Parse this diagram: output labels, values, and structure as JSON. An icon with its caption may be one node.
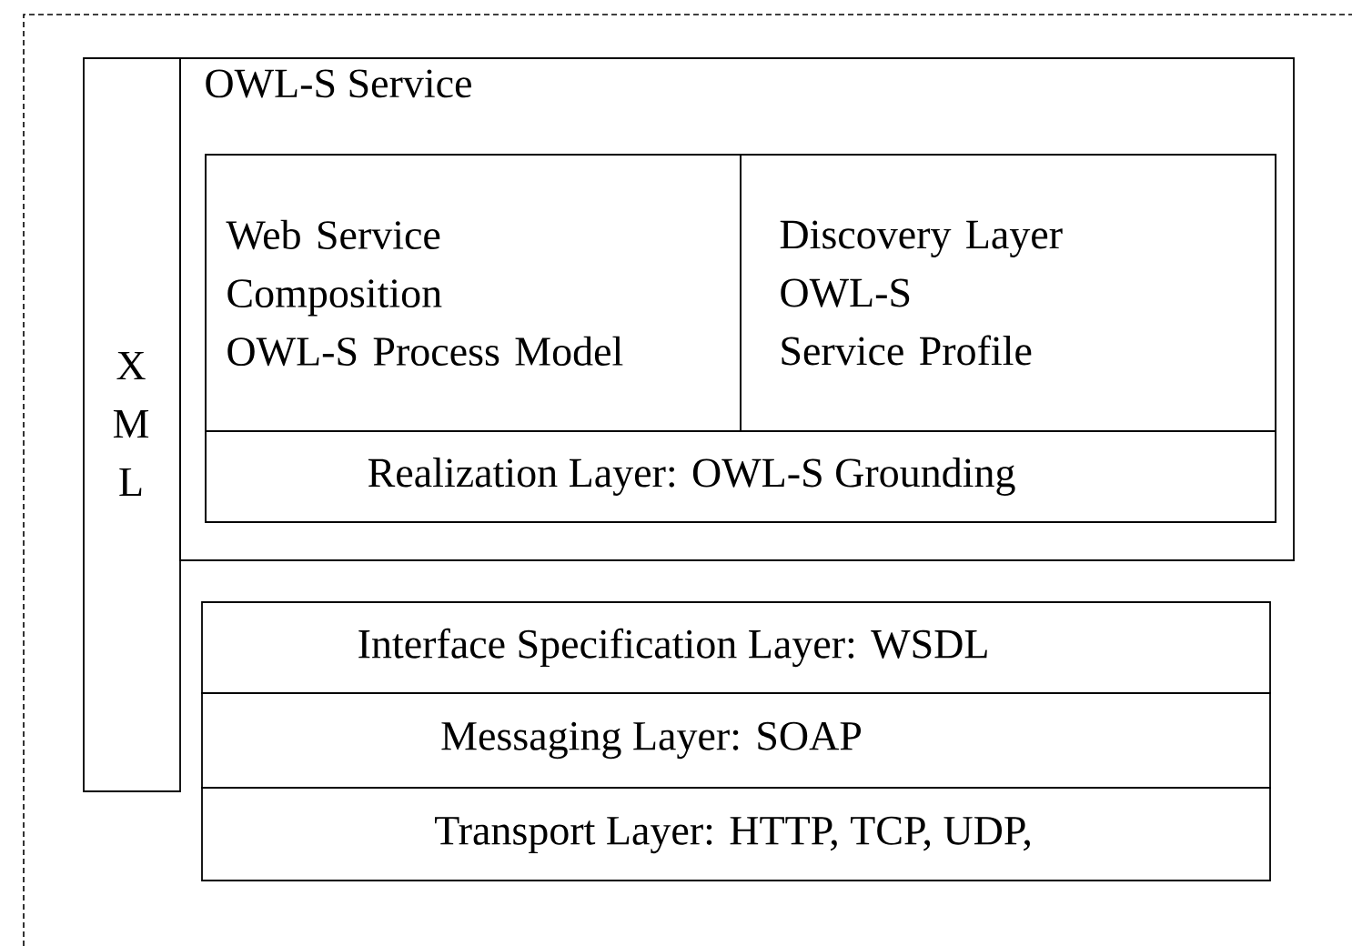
{
  "diagram": {
    "nodes": [
      {
        "text": [
          "X M L"
        ]
      },
      {
        "text": [
          "OWL-S Service"
        ]
      },
      {
        "text": [],
        "shape": "box",
        "in": 1
      },
      {
        "text": [
          "Web Service Composition",
          "OWL-S Process Model"
        ],
        "in": 2
      },
      {
        "text": [
          "Discovery Layer",
          "OWL-S Service Profile"
        ],
        "in": 2
      },
      {
        "text": [
          "Realization Layer: OWL-S Grounding"
        ],
        "in": 2
      },
      {
        "text": [
          "Interface Specification Layer: WSDL"
        ]
      },
      {
        "text": [
          "Messaging Layer: SOAP"
        ]
      },
      {
        "text": [
          "Transport Layer: HTTP, TCP, UDP,"
        ]
      }
    ]
  }
}
